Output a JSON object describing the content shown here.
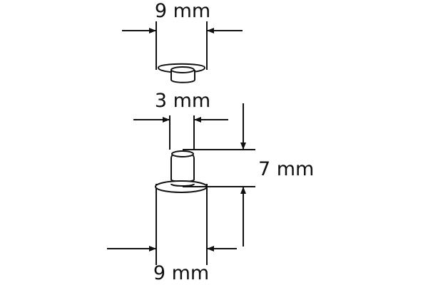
{
  "labels": {
    "top_width": "9 mm",
    "pin_width": "3 mm",
    "pin_height": "7 mm",
    "bottom_width": "9 mm"
  },
  "colors": {
    "stroke": "#111111",
    "background": "#ffffff"
  }
}
